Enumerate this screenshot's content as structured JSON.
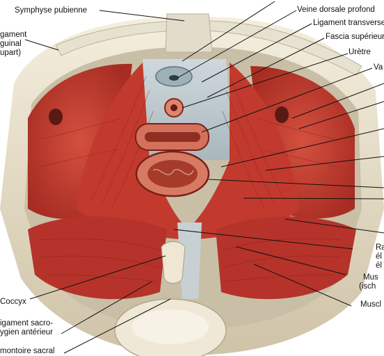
{
  "labels": {
    "symphyse": "Symphyse pubienne",
    "ligament_inguinal_1": "gament",
    "ligament_inguinal_2": "guinal",
    "ligament_inguinal_3": "upart)",
    "veine_dorsale": "Veine dorsale profond",
    "ligament_transverse": "Ligament transverse",
    "fascia_superieur": "Fascia supérieur",
    "uretre": "Urètre",
    "vagin": "Va",
    "raphe_1": "Ra",
    "raphe_2": "él",
    "raphe_3": "él",
    "muscle_isch_1": "Mus",
    "muscle_isch_2": "(isch",
    "muscle_last": "Muscl",
    "coccyx": "Coccyx",
    "ligament_sacro_1": "igament sacro-",
    "ligament_sacro_2": "ygien antérieur",
    "promontoire": "montoire sacral"
  },
  "colors": {
    "muscle_red": "#c23a2e",
    "muscle_dark": "#8e2218",
    "fascia_blue": "#b9c6cc",
    "bone": "#ece3cf",
    "skin_tone": "#d9cdb6"
  }
}
